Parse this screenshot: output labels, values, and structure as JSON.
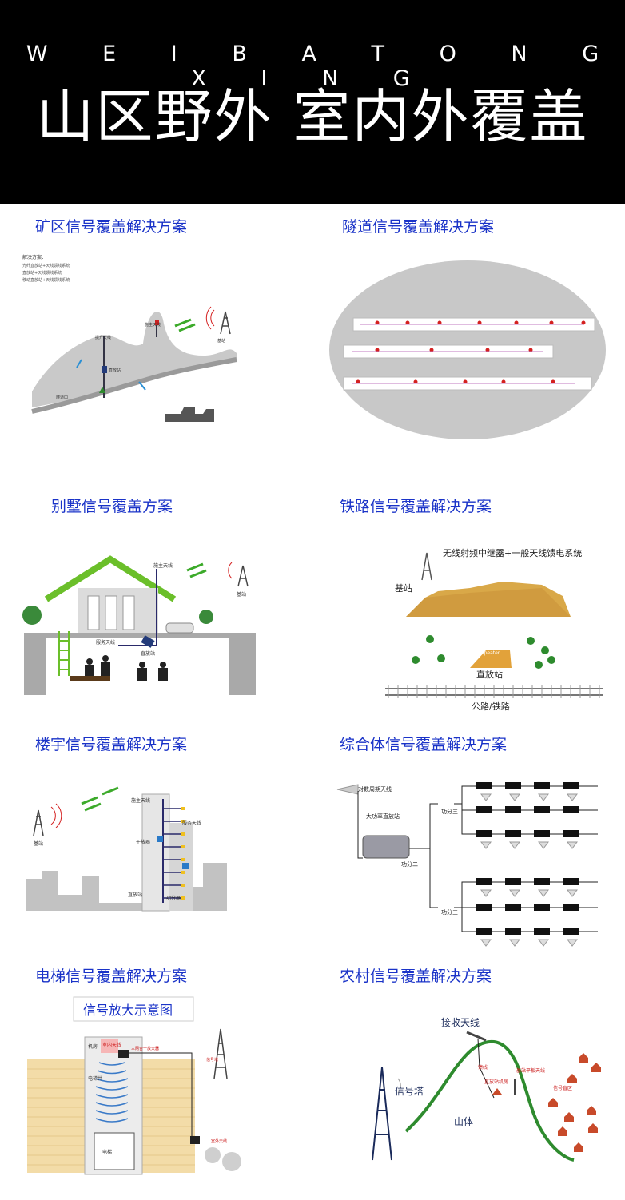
{
  "banner": {
    "brand": "W E I B A T O N G X I N G",
    "headline": "山区野外 室内外覆盖"
  },
  "sections": [
    {
      "title": "矿区信号覆盖解决方案",
      "labels": {
        "plan_title": "解决方案：",
        "plan_1": "光纤直放站+天线馈线系统",
        "plan_2": "直放站+天线馈线系统",
        "plan_3": "移动直放站+天线馈线系统",
        "lift_antenna": "提升天线",
        "donor_antenna": "施主天线",
        "repeater": "直放站",
        "base_station": "基站",
        "tunnel_mouth": "隧道口"
      }
    },
    {
      "title": "隧道信号覆盖解决方案"
    },
    {
      "title": "别墅信号覆盖方案",
      "labels": {
        "donor_antenna": "施主天线",
        "base_station": "基站",
        "service_antenna": "服务天线",
        "repeater": "直放站"
      }
    },
    {
      "title": "铁路信号覆盖解决方案",
      "labels": {
        "system": "无线射频中继器+一般天线馈电系统",
        "base_station": "基站",
        "repeater": "直放站",
        "road": "公路/铁路",
        "brand_1": "Amplitec",
        "brand_2": "Repeater"
      }
    },
    {
      "title": "楼宇信号覆盖解决方案",
      "labels": {
        "donor_antenna": "施主天线",
        "service_antenna": "服务天线",
        "base_station": "基站",
        "splitter": "干放器",
        "repeater": "直放站",
        "divider": "功分器"
      }
    },
    {
      "title": "综合体信号覆盖解决方案",
      "labels": {
        "lpda": "对数周期天线",
        "high_power": "大功率直放站",
        "div2": "功分二",
        "div3a": "功分三",
        "div3b": "功分三"
      }
    },
    {
      "title": "电梯信号覆盖解决方案",
      "labels": {
        "diagram_title": "信号放大示意图",
        "machine_room": "机房",
        "indoor_antenna": "室内天线",
        "amp_note": "三网合一放大器",
        "shaft": "电梯井",
        "elevator": "电梯",
        "signal_tower": "信号塔",
        "outdoor_antenna": "室外天线"
      }
    },
    {
      "title": "农村信号覆盖解决方案",
      "labels": {
        "receive_antenna": "接收天线",
        "signal_tower": "信号塔",
        "mountain": "山体",
        "feeder": "馈线",
        "repeater_room": "直放站机房",
        "panel_antenna": "基站平板天线",
        "blind_zone": "信号盲区"
      }
    }
  ],
  "colors": {
    "caption": "#1a33c8",
    "banner_bg": "#000000",
    "roof_green": "#6bbf2a",
    "signal_red": "#d42020",
    "wave_green": "#3caa2a"
  }
}
